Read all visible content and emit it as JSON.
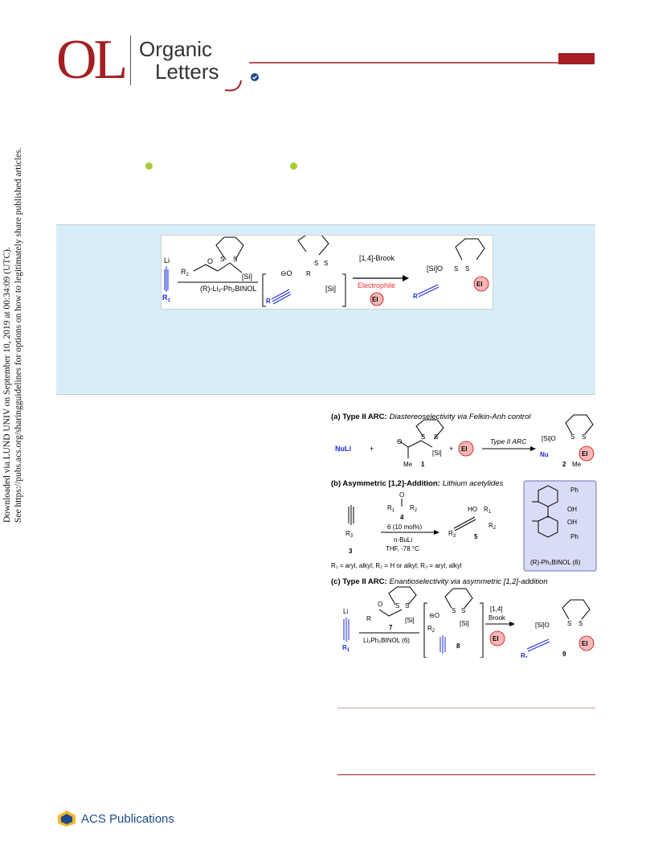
{
  "header": {
    "journal_mark": "OL",
    "journal_name_line1": "Organic",
    "journal_name_line2": "Letters",
    "colors": {
      "journal_red": "#a31f24",
      "acs_blue": "#1c4a8a",
      "band": "#d7eef9",
      "accent_red": "#e33",
      "el_pink": "#f7b7b7"
    }
  },
  "sidebar": {
    "line1": "Downloaded via LUND UNIV on September 10, 2019 at 00:34:09 (UTC).",
    "line2": "See https://pubs.acs.org/sharingguidelines for options on how to legitimately share published articles."
  },
  "toc": {
    "li": "Li",
    "r1": "R",
    "r1_sub": "1",
    "r2": "R",
    "r2_sub": "2",
    "o": "O",
    "s": "S",
    "si": "[Si]",
    "reagent": "(R)-Li₂-Ph₂BINOL",
    "minus": "⊖O",
    "brook": "[1,4]-Brook",
    "electrophile": "Electrophile",
    "el": "El",
    "sio": "[Si]O"
  },
  "scheme": {
    "a_title_bold": "(a) Type II ARC:",
    "a_title_italic": "Diastereoselectivity via Felkin-Anh control",
    "nuli": "NuLi",
    "plus": "+",
    "arrow_a": "Type II ARC",
    "me": "Me",
    "nu": "Nu",
    "cmpd1": "1",
    "cmpd2": "2",
    "b_title_bold": "(b) Asymmetric [1,2]-Addition:",
    "b_title_italic": "Lithium acetylides",
    "cmpd3": "3",
    "cmpd4": "4",
    "cmpd5": "5",
    "cond_b1": "6 (10 mol%)",
    "cond_b2": "n-BuLi",
    "cond_b3": "THF, -78 °C",
    "ho": "HO",
    "r3": "R",
    "r3_sub": "3",
    "ph": "Ph",
    "oh": "OH",
    "binol_label": "(R)-Ph₂BINOL (6)",
    "b_footnote": "R₁ = aryl, alkyl; R₂ = H or alkyl; R₃ = aryl, alkyl",
    "c_title_bold": "(c) Type II ARC:",
    "c_title_italic": "Enantioselectivity via asymmetric [1,2]-addition",
    "r": "R",
    "cmpd7": "7",
    "cmpd8": "8",
    "cmpd9": "9",
    "cond_c": "Li₂Ph₂BINOL (6)",
    "brook_c1": "[1,4]",
    "brook_c2": "Brook"
  },
  "footer": {
    "publisher": "ACS Publications"
  }
}
